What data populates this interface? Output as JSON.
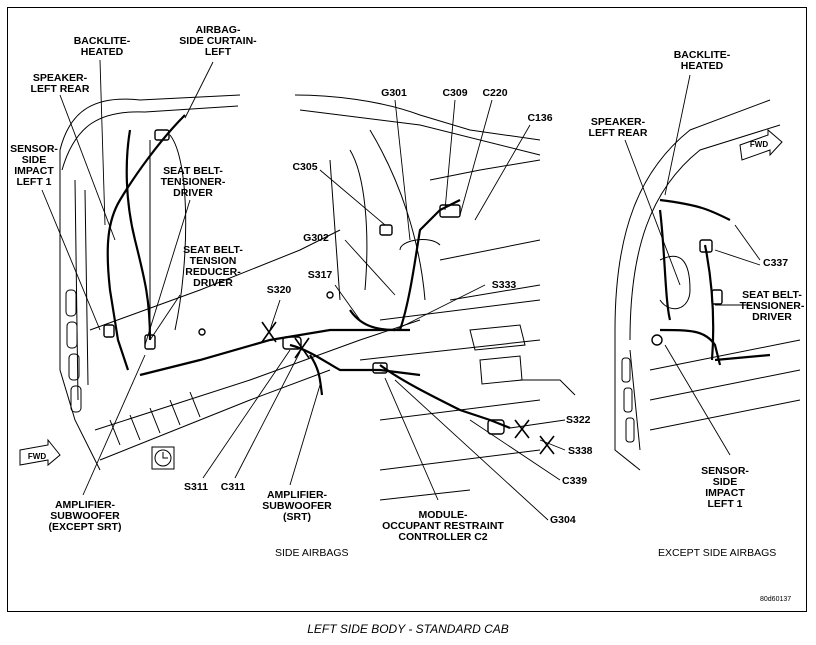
{
  "labels": {
    "airbag_curtain": "AIRBAG-\nSIDE CURTAIN-\nLEFT",
    "backlite_main": "BACKLITE-\nHEATED",
    "speaker_main": "SPEAKER-\nLEFT REAR",
    "sensor_main": "SENSOR-\nSIDE\nIMPACT\nLEFT 1",
    "seatbelt_tensioner_main": "SEAT BELT-\nTENSIONER-\nDRIVER",
    "seatbelt_reducer": "SEAT BELT-\nTENSION\nREDUCER-\nDRIVER",
    "s320": "S320",
    "g301": "G301",
    "c309": "C309",
    "c220": "C220",
    "c136": "C136",
    "c305": "C305",
    "g302": "G302",
    "s317": "S317",
    "s333": "S333",
    "s322": "S322",
    "s338": "S338",
    "c339": "C339",
    "g304": "G304",
    "s311": "S311",
    "c311": "C311",
    "amp_except": "AMPLIFIER-\nSUBWOOFER\n(EXCEPT SRT)",
    "amp_srt": "AMPLIFIER-\nSUBWOOFER\n(SRT)",
    "module_orc": "MODULE-\nOCCUPANT RESTRAINT\nCONTROLLER C2",
    "backlite_alt": "BACKLITE-\nHEATED",
    "speaker_alt": "SPEAKER-\nLEFT REAR",
    "c337": "C337",
    "seatbelt_tensioner_alt": "SEAT BELT-\nTENSIONER-\nDRIVER",
    "sensor_alt": "SENSOR-\nSIDE\nIMPACT\nLEFT 1"
  },
  "fwd_label": "FWD",
  "view_captions": {
    "side_airbags": "SIDE AIRBAGS",
    "except_side_airbags": "EXCEPT SIDE AIRBAGS"
  },
  "figure_id": "80d60137",
  "caption": "LEFT SIDE BODY - STANDARD CAB"
}
